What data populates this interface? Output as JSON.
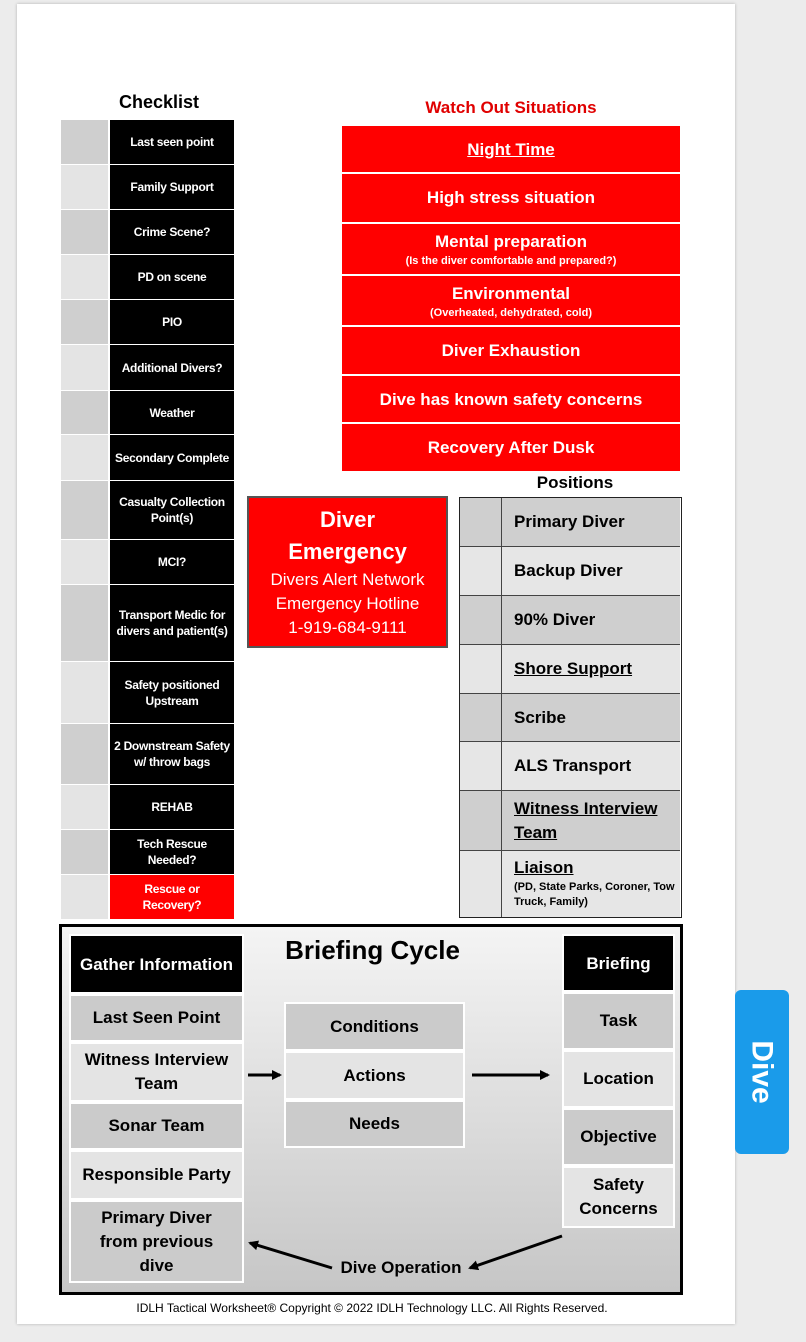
{
  "checklist": {
    "title": "Checklist",
    "items": [
      {
        "label": "Last seen point"
      },
      {
        "label": "Family Support"
      },
      {
        "label": "Crime Scene?"
      },
      {
        "label": "PD on scene"
      },
      {
        "label": "PIO"
      },
      {
        "label": "Additional Divers?"
      },
      {
        "label": "Weather"
      },
      {
        "label": "Secondary Complete"
      },
      {
        "label": "Casualty Collection Point(s)"
      },
      {
        "label": "MCI?"
      },
      {
        "label": "Transport Medic for divers and patient(s)"
      },
      {
        "label": "Safety positioned Upstream"
      },
      {
        "label": "2 Downstream Safety w/ throw bags"
      },
      {
        "label": "REHAB"
      },
      {
        "label": "Tech Rescue Needed?"
      },
      {
        "label": "Rescue or Recovery?"
      }
    ]
  },
  "watch_out": {
    "title": "Watch Out Situations",
    "items": [
      {
        "label": "Night Time",
        "sub": ""
      },
      {
        "label": "High stress situation",
        "sub": ""
      },
      {
        "label": "Mental preparation",
        "sub": "(Is the diver comfortable and prepared?)"
      },
      {
        "label": "Environmental",
        "sub": "(Overheated, dehydrated, cold)"
      },
      {
        "label": "Diver Exhaustion",
        "sub": ""
      },
      {
        "label": "Dive has known safety concerns",
        "sub": ""
      },
      {
        "label": "Recovery After Dusk",
        "sub": ""
      }
    ]
  },
  "emergency": {
    "heading_1": "Diver",
    "heading_2": "Emergency",
    "line_1": "Divers Alert Network",
    "line_2": "Emergency Hotline",
    "phone": "1-919-684-9111"
  },
  "positions": {
    "title": "Positions",
    "items": [
      {
        "label": "Primary Diver",
        "detail": ""
      },
      {
        "label": "Backup Diver",
        "detail": ""
      },
      {
        "label": "90% Diver",
        "detail": ""
      },
      {
        "label": "Shore Support",
        "detail": ""
      },
      {
        "label": "Scribe",
        "detail": ""
      },
      {
        "label": "ALS Transport",
        "detail": ""
      },
      {
        "label": "Witness Interview Team",
        "detail": ""
      },
      {
        "label": "Liaison",
        "detail": "(PD, State Parks, Coroner, Tow Truck, Family)"
      }
    ]
  },
  "briefing_cycle": {
    "title": "Briefing Cycle",
    "gather_header": "Gather Information",
    "gather_items": [
      "Last Seen Point",
      "Witness Interview Team",
      "Sonar Team",
      "Responsible Party",
      "Primary Diver from previous dive"
    ],
    "middle_items": [
      "Conditions",
      "Actions",
      "Needs"
    ],
    "briefing_header": "Briefing",
    "briefing_items": [
      "Task",
      "Location",
      "Objective",
      "Safety Concerns"
    ],
    "dive_operation": "Dive Operation"
  },
  "side_tab": "Dive",
  "footer": "IDLH Tactical Worksheet®  Copyright © 2022 IDLH Technology LLC. All Rights Reserved.",
  "colors": {
    "alert_red": "#ff0000",
    "tab_blue": "#1a9bea",
    "black": "#000000",
    "gray_dark": "#cfcfcf",
    "gray_light": "#e4e4e4"
  }
}
